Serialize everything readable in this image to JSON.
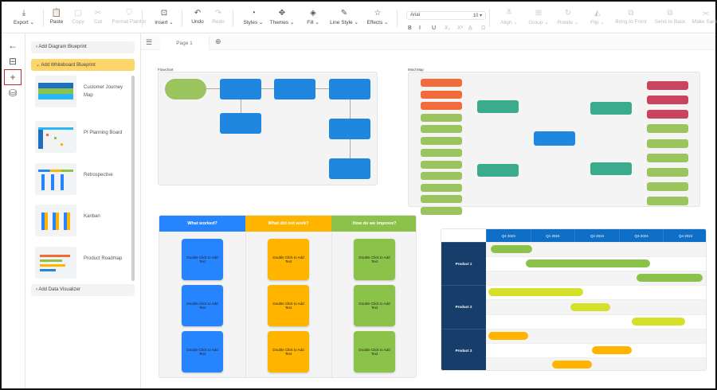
{
  "toolbar": {
    "items": [
      {
        "label": "Export ⌄",
        "icon": "⤓",
        "disabled": false
      },
      {
        "label": "Paste",
        "icon": "📋",
        "disabled": false
      },
      {
        "label": "Copy",
        "icon": "▢",
        "disabled": true
      },
      {
        "label": "Cut",
        "icon": "✂",
        "disabled": true
      },
      {
        "label": "Format Painter",
        "icon": "⛉",
        "disabled": true
      },
      {
        "label": "Insert ⌄",
        "icon": "⊡",
        "disabled": false
      },
      {
        "label": "Undo",
        "icon": "↶",
        "disabled": false
      },
      {
        "label": "Redo",
        "icon": "↷",
        "disabled": true
      },
      {
        "label": "Styles ⌄",
        "icon": "◔",
        "disabled": false
      },
      {
        "label": "Themes ⌄",
        "icon": "✥",
        "disabled": false
      },
      {
        "label": "Fill ⌄",
        "icon": "◈",
        "disabled": false
      },
      {
        "label": "Line Style ⌄",
        "icon": "✎",
        "disabled": false
      },
      {
        "label": "Effects ⌄",
        "icon": "☆",
        "disabled": false
      },
      {
        "label": "Align ⌄",
        "icon": "≚",
        "disabled": true
      },
      {
        "label": "Group ⌄",
        "icon": "⊞",
        "disabled": true
      },
      {
        "label": "Rotate ⌄",
        "icon": "↻",
        "disabled": true
      },
      {
        "label": "Flip ⌄",
        "icon": "◭",
        "disabled": true
      },
      {
        "label": "Bring to Front",
        "icon": "⧉",
        "disabled": true
      },
      {
        "label": "Send to Back",
        "icon": "⧉",
        "disabled": true
      },
      {
        "label": "Make Same",
        "icon": "⫘",
        "disabled": true
      }
    ],
    "font": "Arial",
    "font_size": "10 ▾",
    "format": [
      "B",
      "I",
      "U",
      "X₂",
      "X²",
      "A̲",
      "Ω"
    ]
  },
  "sidebar": {
    "accordions": {
      "diagram": "›  Add Diagram Blueprint",
      "whiteboard": "⌄  Add Whiteboard Blueprint",
      "visualizer": "›  Add Data Visualizer"
    },
    "templates": [
      {
        "label": "Customer Journey Map"
      },
      {
        "label": "PI Planning Board"
      },
      {
        "label": "Retrospective"
      },
      {
        "label": "Kanban"
      },
      {
        "label": "Product Roadmap"
      }
    ]
  },
  "tabs": {
    "page": "Page 1"
  },
  "flowchart": {
    "title": "Flowchart",
    "colors": {
      "start": "#9bc45f",
      "step": "#1f87e0"
    }
  },
  "mindmap": {
    "title": "Mind Map",
    "center": "#1f87e0",
    "left_top": [
      "#f26b3a",
      "#f26b3a",
      "#f26b3a",
      "#9bc45f",
      "#9bc45f",
      "#9bc45f"
    ],
    "left_bottom": [
      "#9bc45f",
      "#9bc45f",
      "#9bc45f",
      "#9bc45f",
      "#9bc45f",
      "#9bc45f"
    ],
    "right_top": [
      "#c9455f",
      "#c9455f",
      "#c9455f",
      "#9bc45f"
    ],
    "right_bottom": [
      "#9bc45f",
      "#9bc45f",
      "#9bc45f",
      "#9bc45f",
      "#9bc45f"
    ],
    "branch": "#3aab8c"
  },
  "retro": {
    "columns": [
      {
        "title": "What worked?",
        "color": "#2684ff",
        "cards": [
          "Double Click to Add Text",
          "Double Click to Add Text",
          "Double Click to Add Text"
        ]
      },
      {
        "title": "What did not work?",
        "color": "#ffb500",
        "cards": [
          "Double Click to Add Text",
          "Double Click to Add Text",
          "Double Click to Add Text"
        ]
      },
      {
        "title": "How do we improve?",
        "color": "#8bc34a",
        "cards": [
          "Double Click to Add Text",
          "Double Click to Add Text",
          "Double Click to Add Text"
        ]
      }
    ]
  },
  "gantt": {
    "quarters": [
      "Q4 2023",
      "Q1 2024",
      "Q2 2024",
      "Q3 2024",
      "Q4 2024"
    ],
    "products": [
      {
        "name": "Product 1",
        "color": "#8bc34a",
        "bars": [
          [
            0.1,
            1.05
          ],
          [
            0.9,
            3.7
          ],
          [
            3.4,
            4.9
          ]
        ]
      },
      {
        "name": "Product 2",
        "color": "#d4e02a",
        "bars": [
          [
            0.05,
            2.2
          ],
          [
            1.9,
            2.8
          ],
          [
            3.3,
            4.5
          ]
        ]
      },
      {
        "name": "Product 3",
        "color": "#ffb500",
        "bars": [
          [
            0.05,
            0.95
          ],
          [
            2.4,
            3.3
          ],
          [
            1.5,
            2.4
          ]
        ]
      }
    ]
  }
}
